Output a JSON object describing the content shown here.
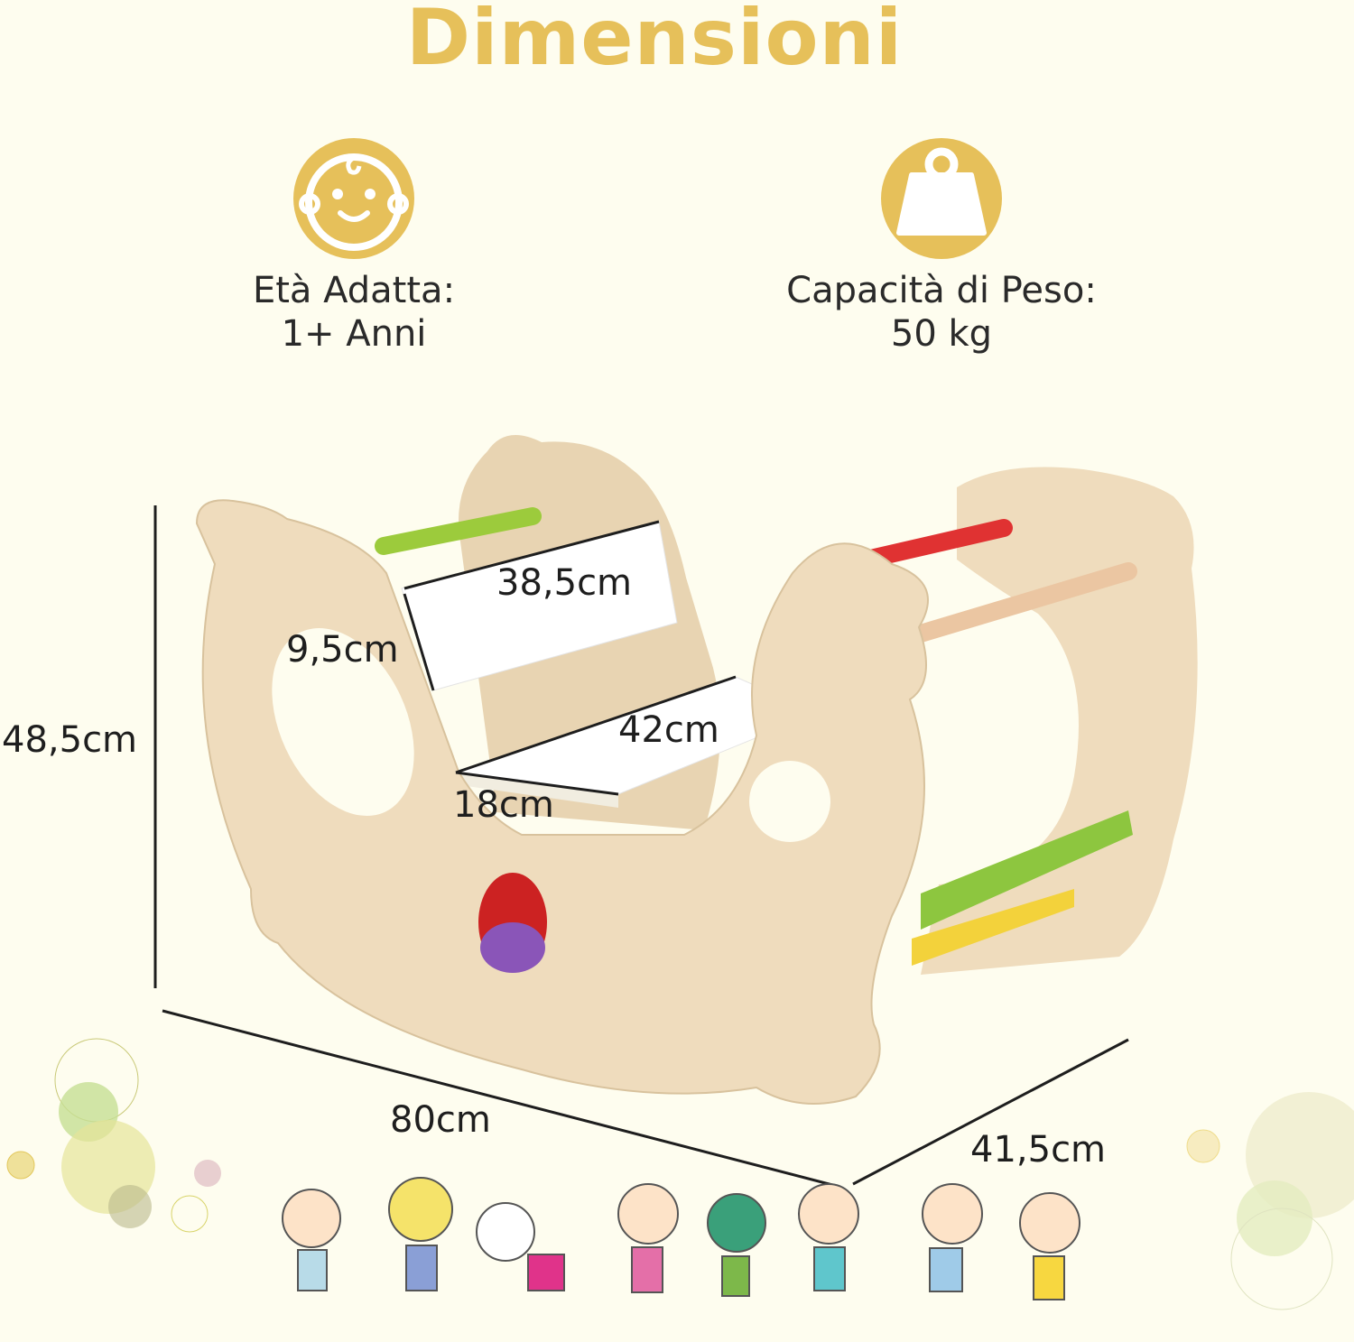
{
  "title": "Dimensioni",
  "features": [
    {
      "icon": "baby-face-icon",
      "label": "Età Adatta:",
      "value": "1+ Anni"
    },
    {
      "icon": "weight-icon",
      "label": "Capacità di Peso:",
      "value": "50 kg"
    }
  ],
  "dimensions": {
    "height": "48,5cm",
    "length": "80cm",
    "depth": "41,5cm",
    "backrest_width": "38,5cm",
    "backrest_height": "9,5cm",
    "seat_width": "42cm",
    "seat_depth": "18cm"
  },
  "colors": {
    "accent": "#e6c05a",
    "background": "#fefdef",
    "wood": "#efdcbd"
  }
}
